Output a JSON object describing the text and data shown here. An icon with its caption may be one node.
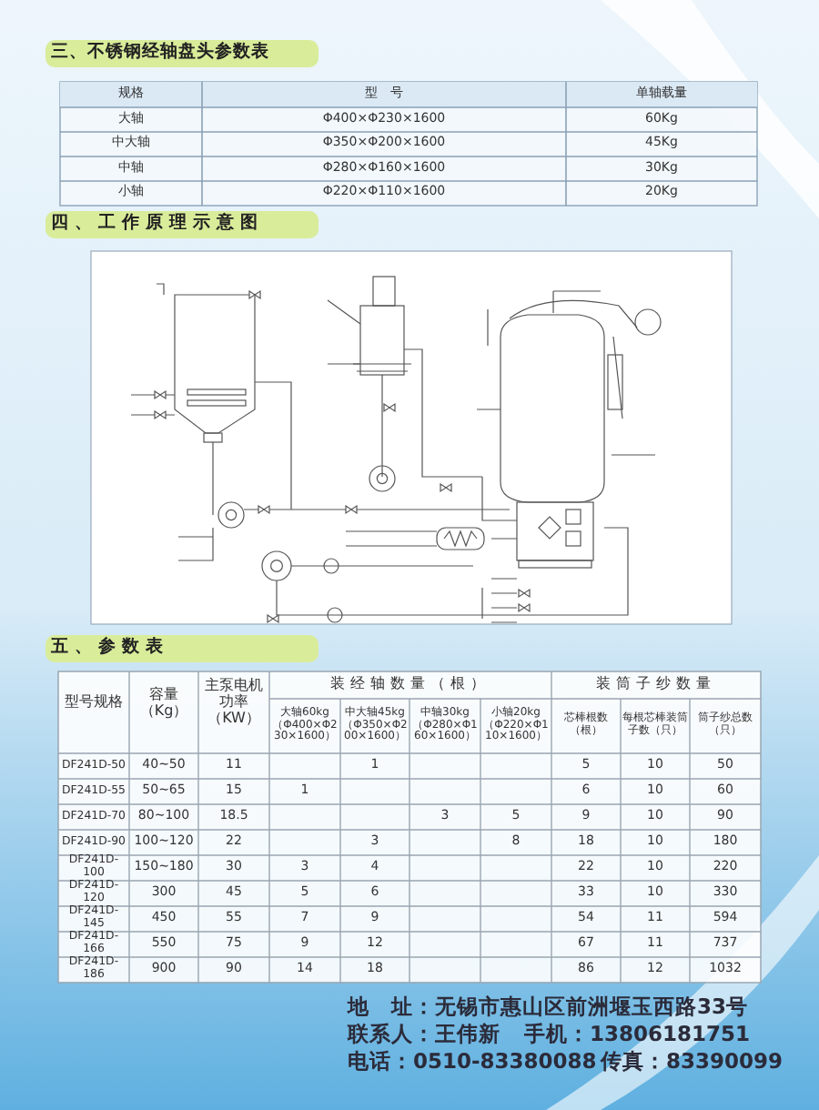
{
  "diagram": {
    "labels": [
      "三、不锈钢经轴盘头参数表",
      "规格",
      "型　号",
      "单轴载量",
      "大轴",
      "Φ400×Φ230×1600",
      "60Kg",
      "中大轴",
      "Φ350×Φ200×1600",
      "45Kg",
      "中轴",
      "Φ280×Φ160×1600",
      "30Kg",
      "小轴",
      "Φ220×Φ110×1600",
      "20Kg",
      "四、工作原理示意图",
      "五、参数表",
      "型号规格",
      "容量（Kg）",
      "主泵电机功率（KW）",
      "装经轴数量（根）",
      "装筒子纱数量",
      "大轴60kg（Φ400×Φ230×1600）",
      "中大轴45kg（Φ350×Φ200×1600）",
      "中轴30kg（Φ280×Φ160×1600）",
      "小轴20kg（Φ220×Φ110×1600）",
      "芯棒根数（根）",
      "每根芯棒装筒子数（只）",
      "筒子纱总数（只）",
      "DF241D-50",
      "40~50",
      "11",
      "1",
      "5",
      "10",
      "50",
      "DF241D-55",
      "50~65",
      "15",
      "1",
      "6",
      "10",
      "60",
      "DF241D-70",
      "80~100",
      "18.5",
      "3",
      "5",
      "9",
      "10",
      "90",
      "DF241D-90",
      "100~120",
      "22",
      "3",
      "8",
      "18",
      "10",
      "180",
      "DF241D-100",
      "150~180",
      "30",
      "3",
      "4",
      "22",
      "10",
      "220",
      "DF241D-120",
      "300",
      "45",
      "5",
      "6",
      "33",
      "10",
      "330",
      "DF241D-145",
      "450",
      "55",
      "7",
      "9",
      "54",
      "11",
      "594",
      "DF241D-166",
      "550",
      "75",
      "9",
      "12",
      "67",
      "11",
      "737",
      "DF241D-186",
      "900",
      "90",
      "14",
      "18",
      "86",
      "12",
      "1032",
      "地　址：无锡市惠山区前洲堰玉西路33号",
      "联系人：王伟新",
      "手机：13806181751",
      "电话：0510-83380088",
      "传真：83390099"
    ]
  }
}
